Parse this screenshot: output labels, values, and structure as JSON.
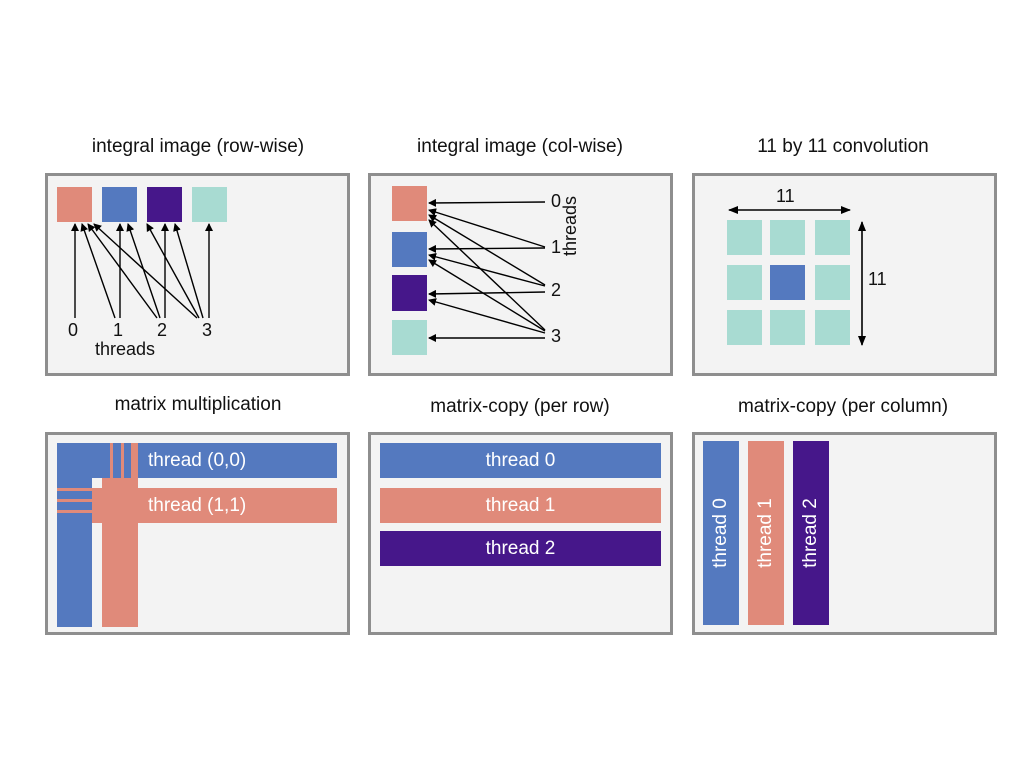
{
  "colors": {
    "salmon": "#e08a7a",
    "blue": "#5479bf",
    "purple": "#46178a",
    "mint": "#a8dbd2",
    "panel_bg": "#f3f3f3",
    "panel_border": "#8e8e8e"
  },
  "panels": {
    "row_wise": {
      "title": "integral image (row-wise)",
      "blocks": [
        "salmon",
        "blue",
        "purple",
        "mint"
      ],
      "thread_labels": [
        "0",
        "1",
        "2",
        "3"
      ],
      "axis_label": "threads"
    },
    "col_wise": {
      "title": "integral image (col-wise)",
      "blocks": [
        "salmon",
        "blue",
        "purple",
        "mint"
      ],
      "thread_labels": [
        "0",
        "1",
        "2",
        "3"
      ],
      "axis_label": "threads"
    },
    "convolution": {
      "title": "11 by 11 convolution",
      "width_label": "11",
      "height_label": "11",
      "grid": [
        [
          "mint",
          "mint",
          "mint"
        ],
        [
          "mint",
          "blue",
          "mint"
        ],
        [
          "mint",
          "mint",
          "mint"
        ]
      ]
    },
    "matmul": {
      "title": "matrix multiplication",
      "bars": [
        {
          "label": "thread (0,0)",
          "color": "blue"
        },
        {
          "label": "thread (1,1)",
          "color": "salmon"
        }
      ]
    },
    "copy_row": {
      "title": "matrix-copy (per row)",
      "bars": [
        {
          "label": "thread 0",
          "color": "blue"
        },
        {
          "label": "thread 1",
          "color": "salmon"
        },
        {
          "label": "thread 2",
          "color": "purple"
        }
      ]
    },
    "copy_col": {
      "title": "matrix-copy (per column)",
      "bars": [
        {
          "label": "thread 0",
          "color": "blue"
        },
        {
          "label": "thread 1",
          "color": "salmon"
        },
        {
          "label": "thread 2",
          "color": "purple"
        }
      ]
    }
  }
}
